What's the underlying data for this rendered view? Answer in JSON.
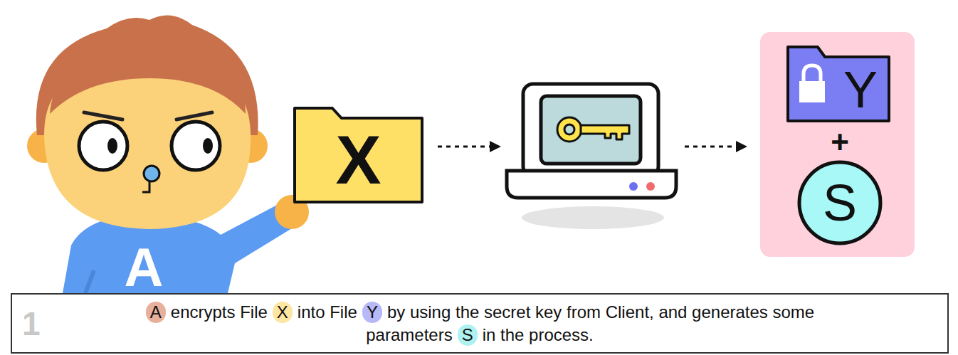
{
  "diagram": {
    "nodes": [
      {
        "text": [
          "X"
        ]
      },
      {
        "text": [
          "Y"
        ]
      },
      {
        "text": [
          "S"
        ]
      },
      {
        "text": [
          "1",
          "A",
          "encrypts File",
          "X",
          "into File",
          "Y",
          "by using the secret key from Client, and generates some",
          "parameters",
          "S",
          "in the process."
        ]
      }
    ],
    "labels": [
      "A",
      "+"
    ]
  }
}
